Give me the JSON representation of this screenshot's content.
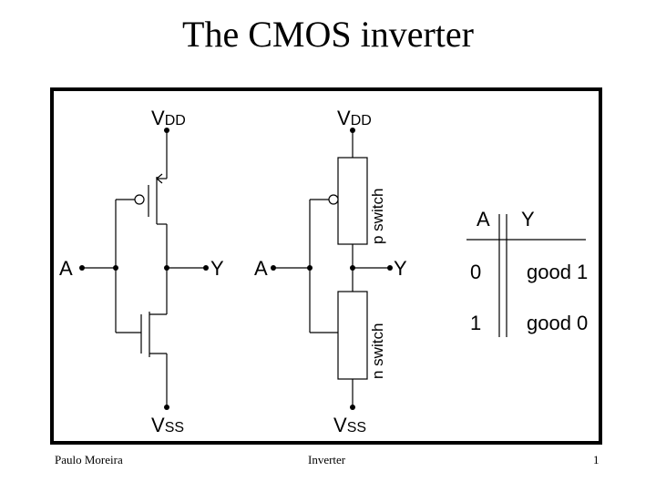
{
  "slide": {
    "title": "The CMOS inverter",
    "footer_left": "Paulo Moreira",
    "footer_center": "Inverter",
    "footer_right": "1"
  },
  "left_circuit": {
    "vdd_main": "V",
    "vdd_sub": "DD",
    "vss_main": "V",
    "vss_sub": "SS",
    "input_label": "A",
    "output_label": "Y"
  },
  "right_circuit": {
    "vdd_main": "V",
    "vdd_sub": "DD",
    "vss_main": "V",
    "vss_sub": "SS",
    "input_label": "A",
    "output_label": "Y",
    "pmos_switch_label": "p switch",
    "nmos_switch_label": "n switch"
  },
  "truth_table": {
    "headers": [
      "A",
      "Y"
    ],
    "rows": [
      [
        "0",
        "good 1"
      ],
      [
        "1",
        "good 0"
      ]
    ]
  }
}
